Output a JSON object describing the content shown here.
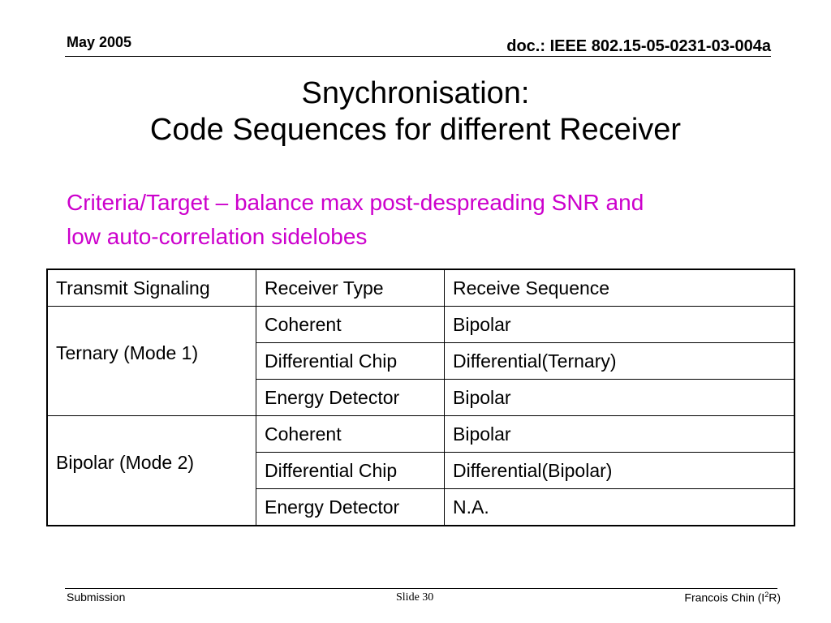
{
  "header": {
    "date": "May 2005",
    "doc_id": "doc.: IEEE 802.15-05-0231-03-004a"
  },
  "title": {
    "line1": "Snychronisation:",
    "line2": "Code Sequences for different Receiver"
  },
  "criteria": {
    "line1": "Criteria/Target – balance max post-despreading SNR and",
    "line2": "low auto-correlation sidelobes",
    "color": "#cc00cc"
  },
  "table": {
    "headers": [
      "Transmit Signaling",
      "Receiver Type",
      "Receive Sequence"
    ],
    "groups": [
      {
        "signaling": "Ternary (Mode 1)",
        "rows": [
          {
            "receiver": "Coherent",
            "sequence": "Bipolar"
          },
          {
            "receiver": "Differential Chip",
            "sequence": "Differential(Ternary)"
          },
          {
            "receiver": "Energy Detector",
            "sequence": "Bipolar"
          }
        ]
      },
      {
        "signaling": "Bipolar (Mode 2)",
        "rows": [
          {
            "receiver": "Coherent",
            "sequence": "Bipolar"
          },
          {
            "receiver": "Differential Chip",
            "sequence": "Differential(Bipolar)"
          },
          {
            "receiver": "Energy Detector",
            "sequence": "N.A."
          }
        ]
      }
    ]
  },
  "footer": {
    "left": "Submission",
    "slide": "Slide 30",
    "author_prefix": "Francois Chin (I",
    "author_sup": "2",
    "author_suffix": "R)"
  }
}
